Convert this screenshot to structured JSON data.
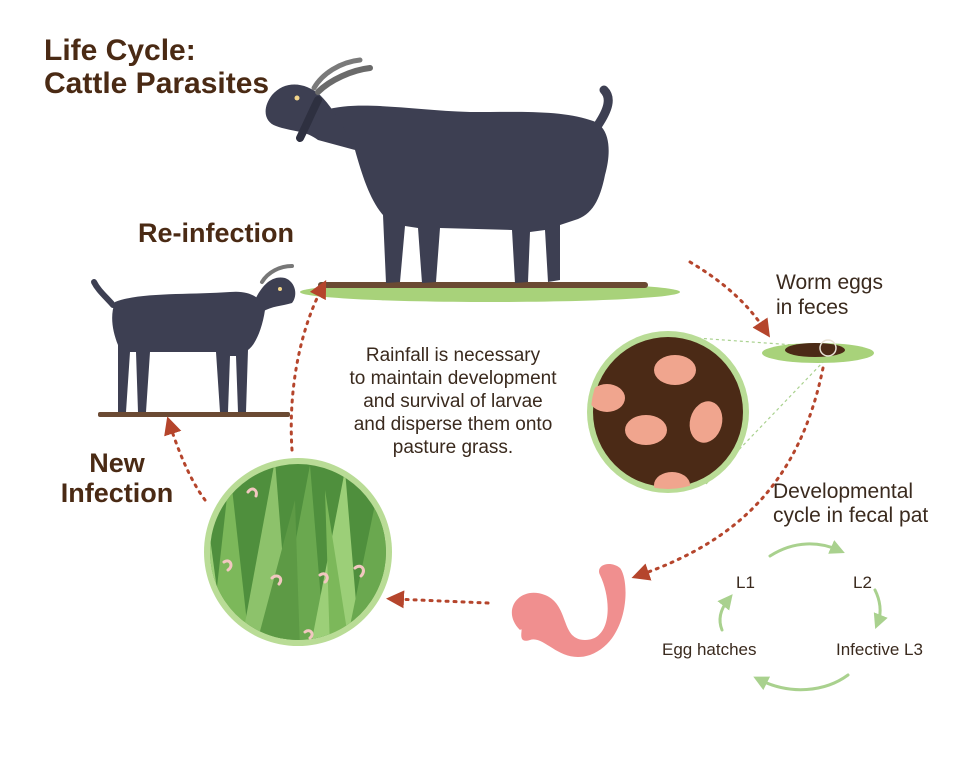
{
  "title": {
    "line1": "Life Cycle:",
    "line2": "Cattle Parasites"
  },
  "stages": {
    "reinfection": "Re-infection",
    "new_infection": {
      "line1": "New",
      "line2": "Infection"
    },
    "worm_eggs": {
      "line1": "Worm eggs",
      "line2": "in feces"
    },
    "developmental": {
      "line1": "Developmental",
      "line2": "cycle in fecal pat"
    }
  },
  "rainfall_note": {
    "line1": "Rainfall is necessary",
    "line2": "to maintain development",
    "line3": "and survival of larvae",
    "line4": "and disperse them onto",
    "line5": "pasture grass."
  },
  "sub_cycle": {
    "l1": "L1",
    "l2": "L2",
    "infective": "Infective L3",
    "egg_hatches": "Egg hatches"
  },
  "colors": {
    "title_brown": "#4a2a14",
    "arrow_red": "#b5452c",
    "goat_dark": "#3d3f52",
    "grass_green": "#8dc26b",
    "soil": "#4b2a16",
    "egg_pink": "#f0a58e",
    "worm_pink": "#f08f8f",
    "cycle_green": "#a9d18e"
  }
}
